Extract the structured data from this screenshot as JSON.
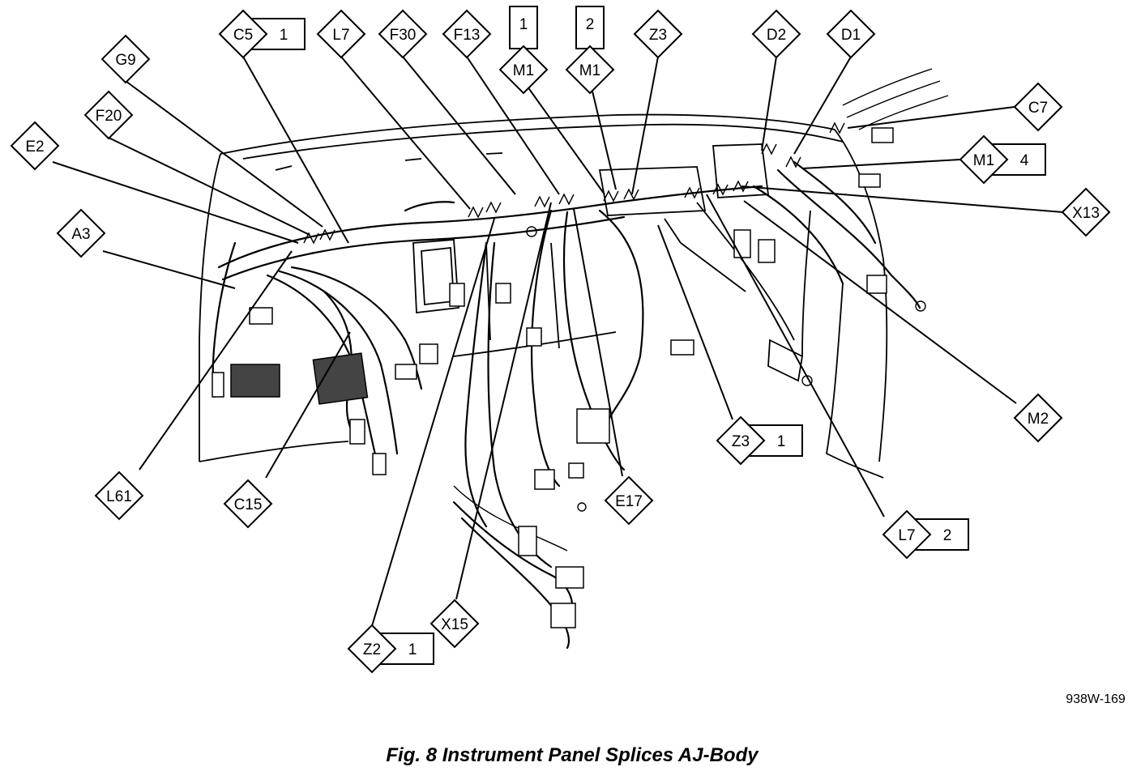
{
  "caption": "Fig. 8 Instrument Panel Splices AJ-Body",
  "code": "938W-169",
  "callouts": [
    {
      "id": "c5",
      "label": "C5",
      "number": "1"
    },
    {
      "id": "l7a",
      "label": "L7",
      "number": ""
    },
    {
      "id": "f30",
      "label": "F30",
      "number": ""
    },
    {
      "id": "f13",
      "label": "F13",
      "number": ""
    },
    {
      "id": "m1a",
      "label": "M1",
      "number": "1"
    },
    {
      "id": "m1b",
      "label": "M1",
      "number": "2"
    },
    {
      "id": "z3a",
      "label": "Z3",
      "number": ""
    },
    {
      "id": "d2",
      "label": "D2",
      "number": ""
    },
    {
      "id": "d1",
      "label": "D1",
      "number": ""
    },
    {
      "id": "g9",
      "label": "G9",
      "number": ""
    },
    {
      "id": "f20",
      "label": "F20",
      "number": ""
    },
    {
      "id": "e2",
      "label": "E2",
      "number": ""
    },
    {
      "id": "a3",
      "label": "A3",
      "number": ""
    },
    {
      "id": "c7",
      "label": "C7",
      "number": ""
    },
    {
      "id": "m1c",
      "label": "M1",
      "number": "4"
    },
    {
      "id": "x13",
      "label": "X13",
      "number": ""
    },
    {
      "id": "m2",
      "label": "M2",
      "number": ""
    },
    {
      "id": "z3b",
      "label": "Z3",
      "number": "1"
    },
    {
      "id": "l7b",
      "label": "L7",
      "number": "2"
    },
    {
      "id": "e17",
      "label": "E17",
      "number": ""
    },
    {
      "id": "l61",
      "label": "L61",
      "number": ""
    },
    {
      "id": "c15",
      "label": "C15",
      "number": ""
    },
    {
      "id": "x15",
      "label": "X15",
      "number": ""
    },
    {
      "id": "z2",
      "label": "Z2",
      "number": "1"
    }
  ]
}
